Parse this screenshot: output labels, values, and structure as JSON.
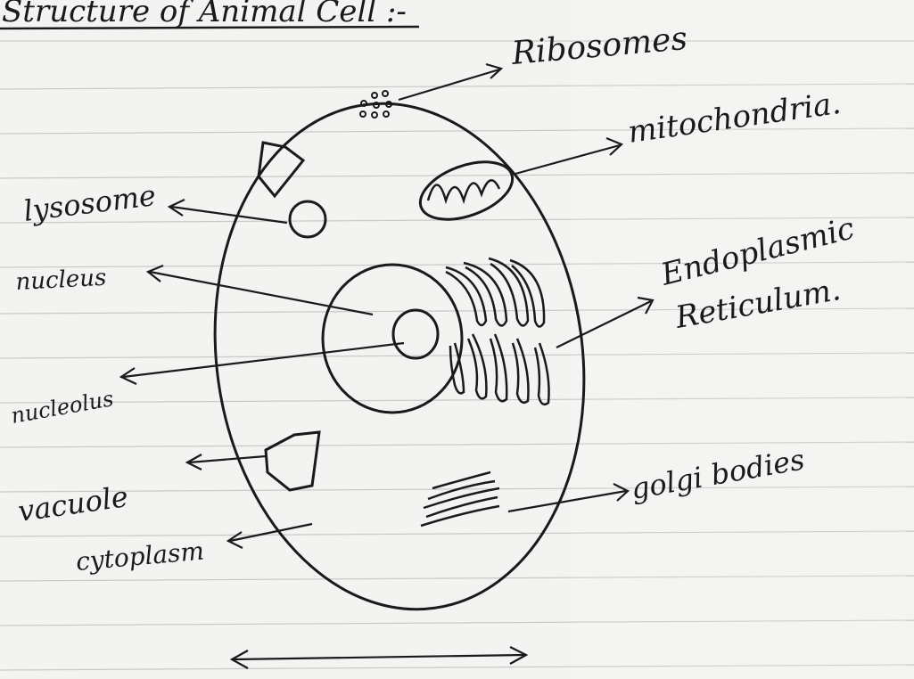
{
  "title": "Structure of Animal Cell :-",
  "labels": {
    "ribosomes": "Ribosomes",
    "mitochondria": "mitochondria.",
    "lysosome": "lysosome",
    "nucleus": "nucleus",
    "nucleolus": "nucleolus",
    "endoplasmic_line1": "Endoplasmic",
    "endoplasmic_line2": "Reticulum.",
    "vacuole": "vacuole",
    "golgi": "golgi bodies",
    "cytoplasm": "cytoplasm"
  },
  "colors": {
    "ink": "#1a1a1a",
    "paper": "#f3f3f1",
    "rule_line": "#c9c9c7"
  }
}
